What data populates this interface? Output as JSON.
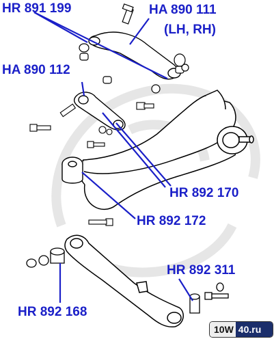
{
  "colors": {
    "label": "#1a1fc8",
    "line": "#1a1fc8",
    "part_stroke": "#000000",
    "watermark": "#d6d6d6"
  },
  "labels": {
    "hr891199": "HR 891 199",
    "ha890111": "HA 890 111",
    "lhrh": "(LH, RH)",
    "ha890112": "HA 890 112",
    "hr892170": "HR 892 170",
    "hr892172": "HR 892 172",
    "hr892311": "HR 892 311",
    "hr892168": "HR 892 168"
  },
  "logo": {
    "part1": "10W",
    "part2": "40.ru"
  }
}
